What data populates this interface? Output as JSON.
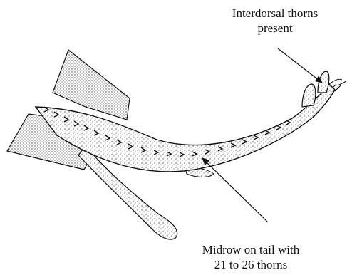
{
  "annotations": {
    "top": {
      "line1": "Interdorsal thorns",
      "line2": "present"
    },
    "bottom": {
      "line1": "Midrow on tail with",
      "line2": "21 to 26 thorns"
    }
  },
  "colors": {
    "ink": "#111111",
    "stipple": "#8a8a8a",
    "background": "#ffffff"
  }
}
